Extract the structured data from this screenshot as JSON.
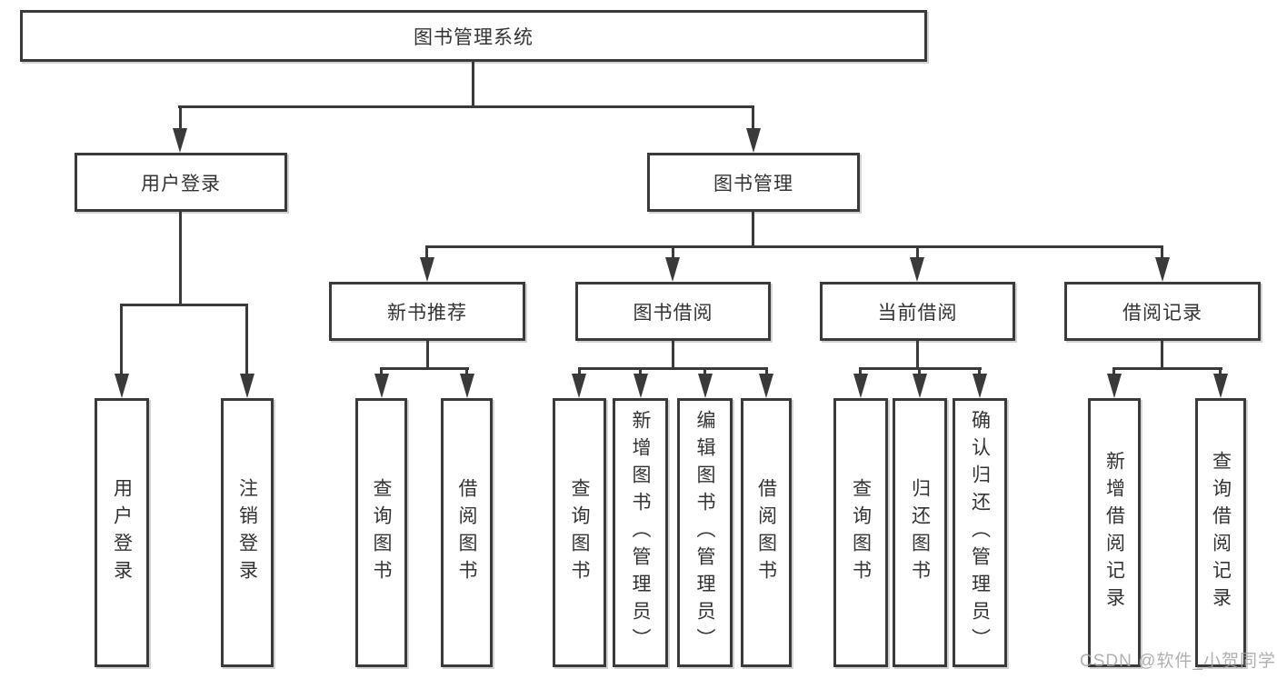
{
  "diagram": {
    "title": "图书管理系统",
    "children": [
      {
        "label": "用户登录",
        "children": [
          {
            "label": "用户登录"
          },
          {
            "label": "注销登录"
          }
        ]
      },
      {
        "label": "图书管理",
        "children": [
          {
            "label": "新书推荐",
            "children": [
              {
                "label": "查询图书"
              },
              {
                "label": "借阅图书"
              }
            ]
          },
          {
            "label": "图书借阅",
            "children": [
              {
                "label": "查询图书"
              },
              {
                "label": "新增图书（管理员）"
              },
              {
                "label": "编辑图书（管理员）"
              },
              {
                "label": "借阅图书"
              }
            ]
          },
          {
            "label": "当前借阅",
            "children": [
              {
                "label": "查询图书"
              },
              {
                "label": "归还图书"
              },
              {
                "label": "确认归还（管理员）"
              }
            ]
          },
          {
            "label": "借阅记录",
            "children": [
              {
                "label": "新增借阅记录"
              },
              {
                "label": "查询借阅记录"
              }
            ]
          }
        ]
      }
    ]
  },
  "watermark": {
    "text": "CSDN @软件_小贺同学"
  },
  "colors": {
    "line": "#3a3a3a",
    "text": "#333333",
    "box_bg": "#ffffff",
    "watermark": "#a3a3a3",
    "page_bg": "#ffffff"
  }
}
